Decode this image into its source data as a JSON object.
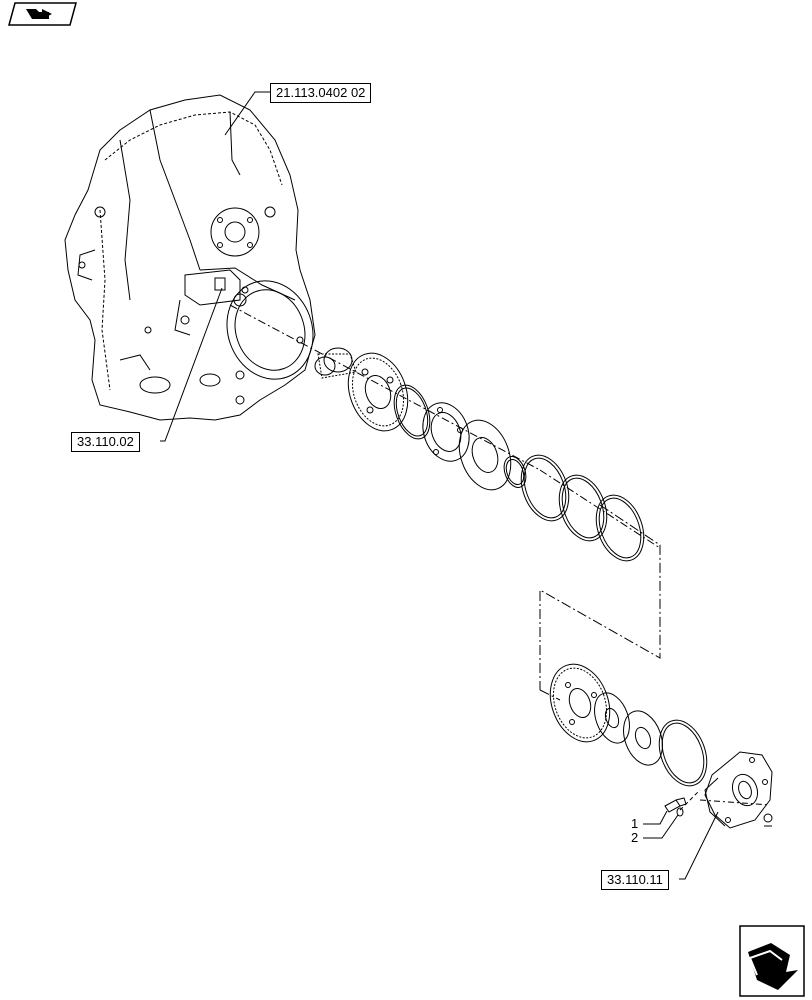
{
  "references": {
    "transmission_housing": "21.113.0402 02",
    "valve_block": "33.110.02",
    "rear_cover": "33.110.11"
  },
  "callouts": {
    "item_1": "1",
    "item_2": "2"
  },
  "icons": {
    "top_left": "book-arrow-icon",
    "bottom_right": "next-page-arrow-icon"
  },
  "colors": {
    "line": "#000000",
    "background": "#ffffff"
  }
}
